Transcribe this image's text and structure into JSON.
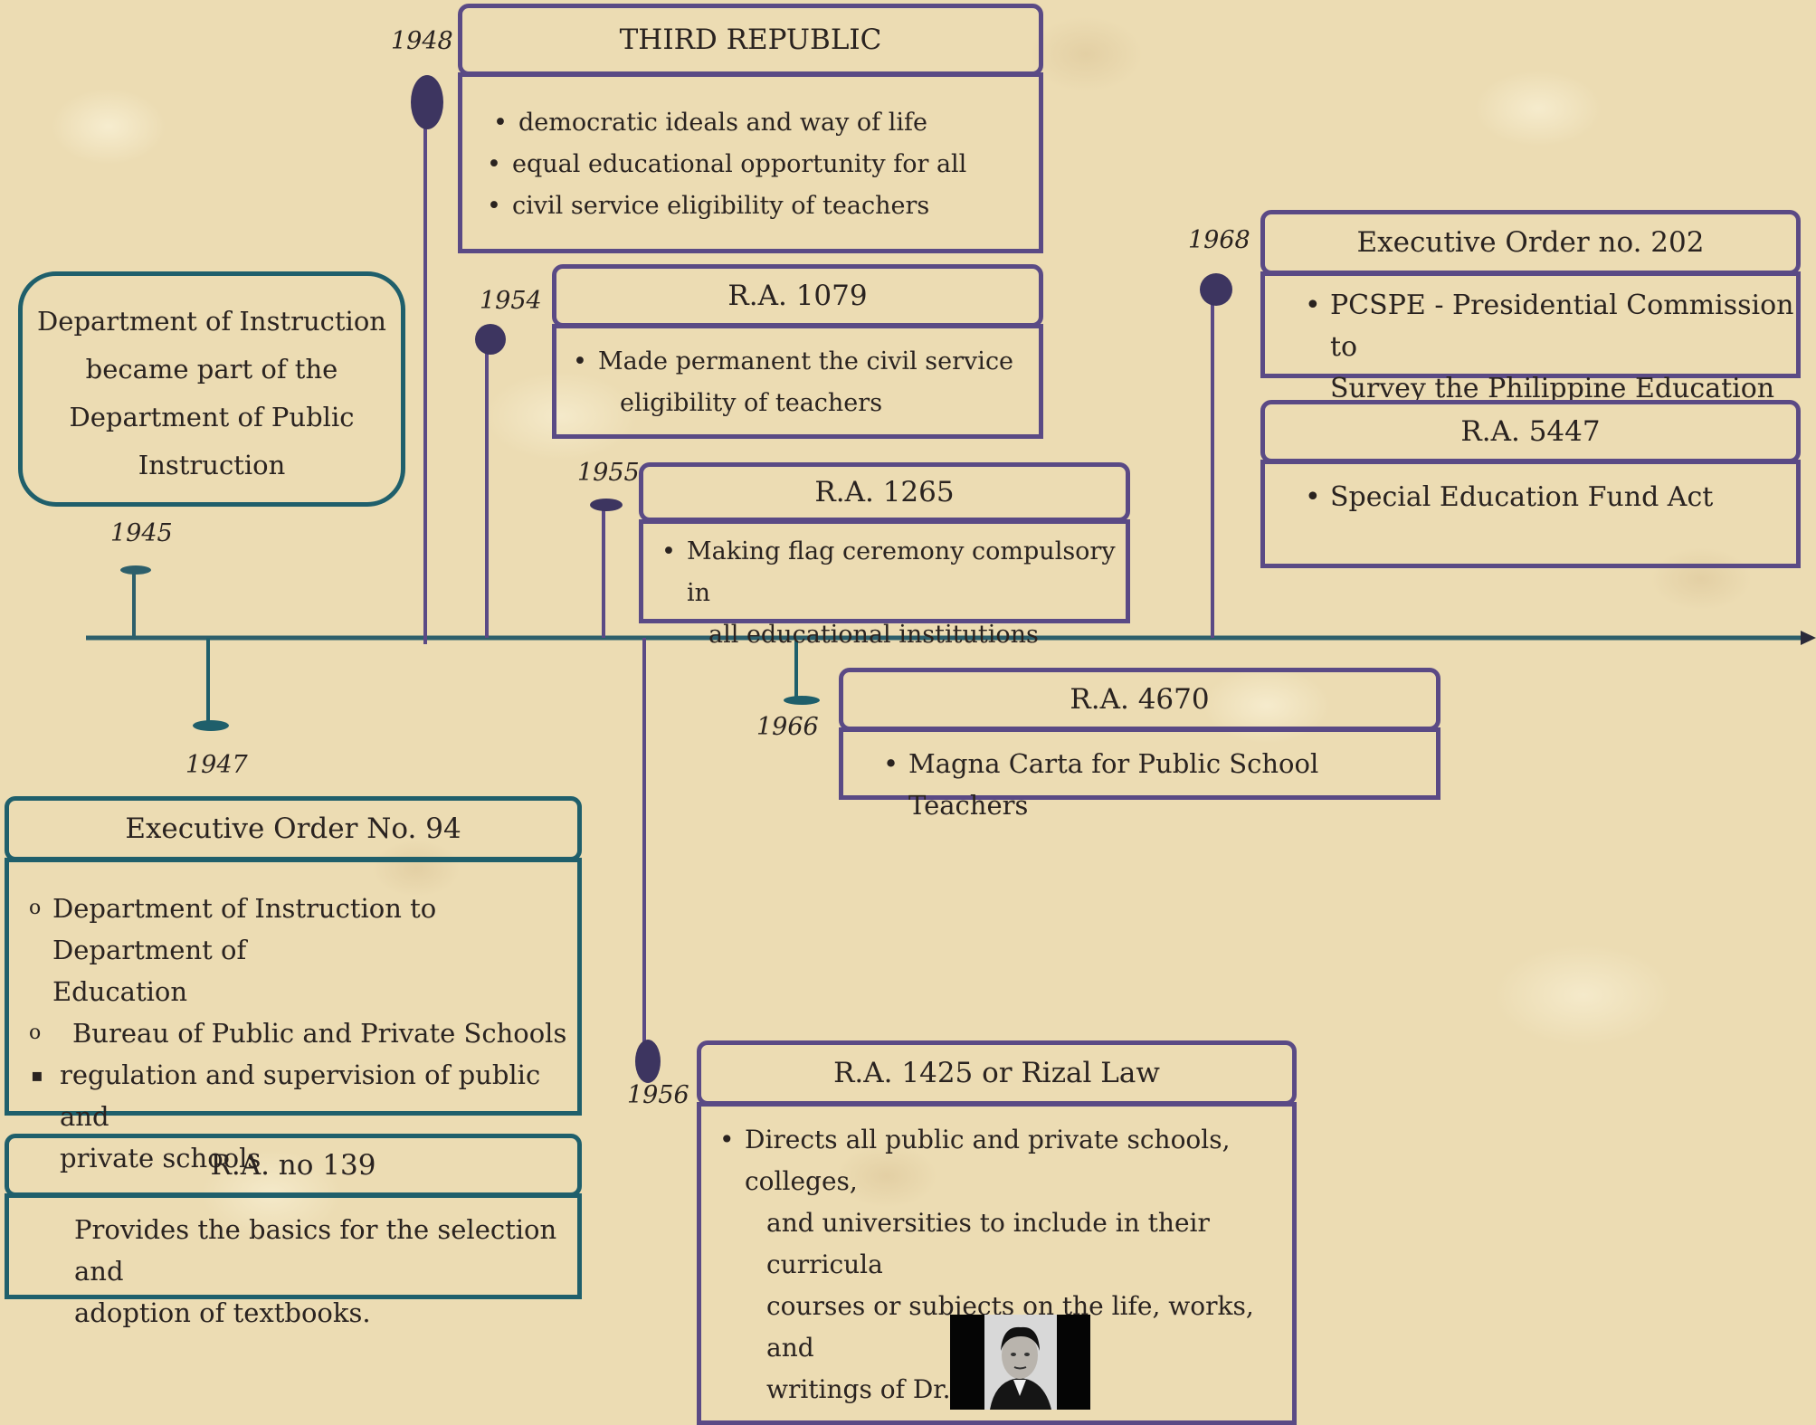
{
  "years": {
    "y1945": "1945",
    "y1947": "1947",
    "y1948": "1948",
    "y1954": "1954",
    "y1955": "1955",
    "y1956": "1956",
    "y1966": "1966",
    "y1968": "1968"
  },
  "intro": {
    "line1": "Department of Instruction",
    "line2": "became part of the",
    "line3": "Department of Public",
    "line4": "Instruction"
  },
  "third_republic": {
    "title": "THIRD REPUBLIC",
    "items": [
      "democratic ideals and way of life",
      "equal educational opportunity for all",
      "civil service eligibility of teachers"
    ]
  },
  "ra1079": {
    "title": "R.A. 1079",
    "line1": "Made permanent the civil service",
    "line2": "eligibility of teachers"
  },
  "ra1265": {
    "title": "R.A. 1265",
    "line1": "Making flag ceremony compulsory in",
    "line2": "all educational institutions"
  },
  "eo202": {
    "title": "Executive Order no. 202",
    "line1": "PCSPE - Presidential Commission to",
    "line2": "Survey the Philippine Education"
  },
  "ra5447": {
    "title": "R.A. 5447",
    "line1": "Special Education Fund Act"
  },
  "ra4670": {
    "title": "R.A. 4670",
    "line1": "Magna Carta for Public School Teachers"
  },
  "eo94": {
    "title": "Executive Order No. 94",
    "item1a": "Department of Instruction to Department of",
    "item1b": "Education",
    "item2": "Bureau of Public and Private Schools",
    "item3a": "regulation and supervision of public and",
    "item3b": "private schools"
  },
  "ra139": {
    "title": "R.A. no 139",
    "line1": "Provides the basics for the selection and",
    "line2": "adoption of textbooks."
  },
  "ra1425": {
    "title": "R.A. 1425 or Rizal Law",
    "line1": "Directs all public and private schools, colleges,",
    "line2": "and universities to include in their curricula",
    "line3": "courses or subjects on the life, works, and",
    "line4": "writings of Dr. Jose Rizal."
  },
  "colors": {
    "purple": "#5a4a85",
    "teal": "#1f5f6b",
    "marker": "#3d3560"
  }
}
